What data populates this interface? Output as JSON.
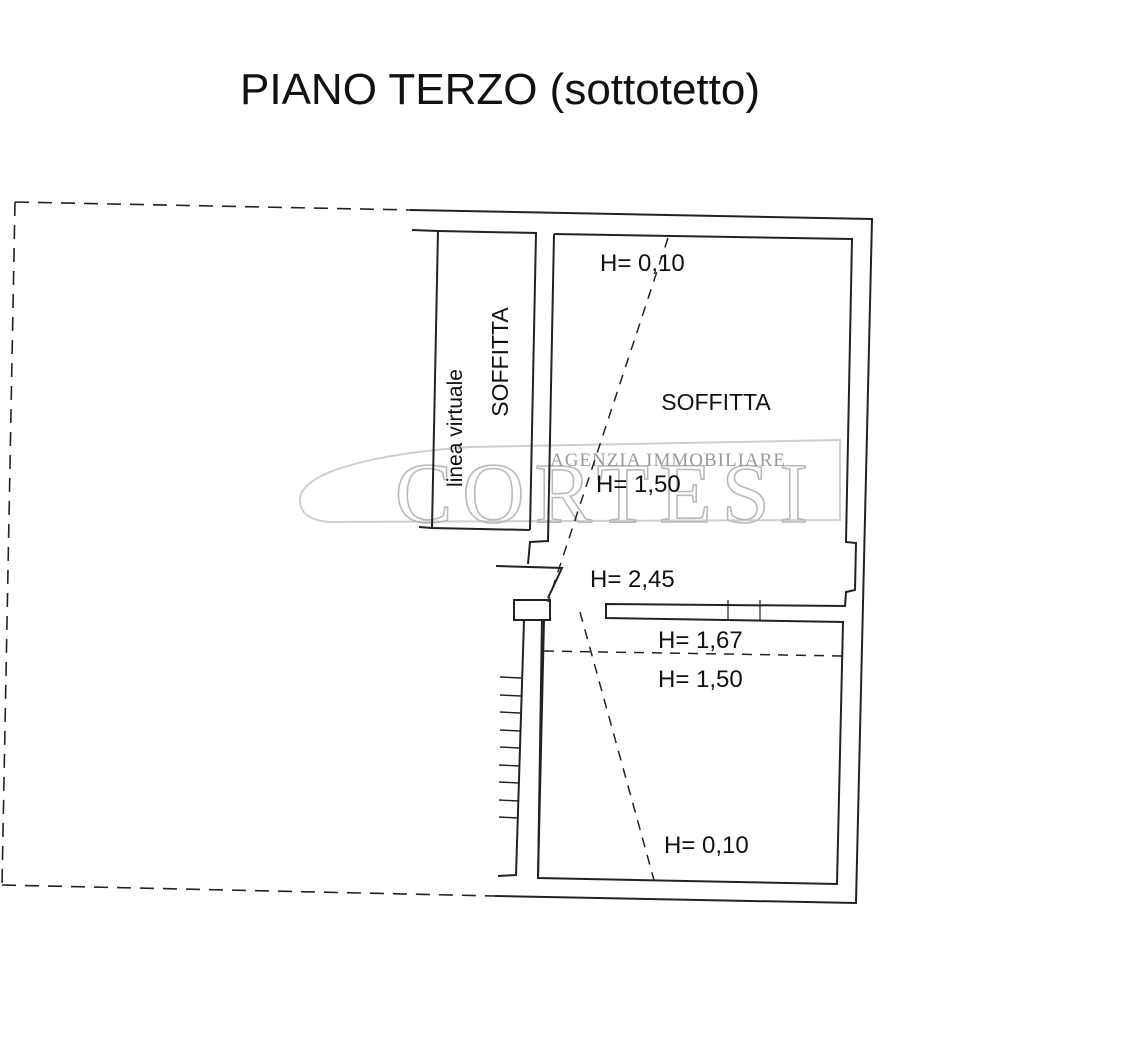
{
  "title": "PIANO TERZO (sottotetto)",
  "rooms": {
    "soffitta_right": "SOFFITTA",
    "soffitta_strip": "SOFFITTA",
    "linea_virtuale": "linea virtuale"
  },
  "heights": {
    "top": "H= 0,10",
    "upper_mid": "H= 1,50",
    "corridor": "H= 2,45",
    "lower_a": "H= 1,67",
    "lower_b": "H= 1,50",
    "bottom": "H= 0,10"
  },
  "watermark": {
    "agency": "AGENZIA IMMOBILIARE",
    "name": "CORTESI"
  }
}
